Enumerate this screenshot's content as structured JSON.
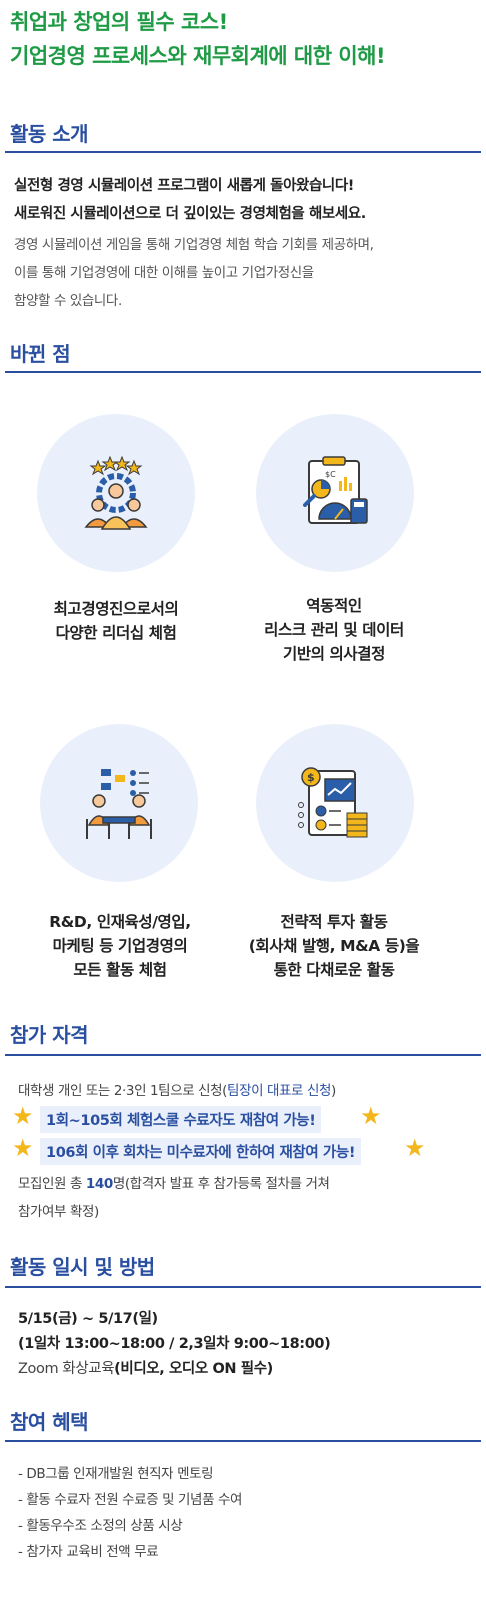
{
  "header": {
    "line1": "취업과 창업의 필수 코스!",
    "line2": "기업경영 프로세스와 재무회계에 대한 이해!"
  },
  "intro": {
    "title": "활동 소개",
    "bold1": "실전형 경영 시뮬레이션 프로그램이 새롭게 돌아왔습니다!",
    "bold2": "새로워진 시뮬레이션으로 더 깊이있는 경영체험을 해보세요.",
    "body1": "경영 시뮬레이션 게임을 통해 기업경영 체험 학습 기회를 제공하며,",
    "body2": "이를 통해 기업경영에 대한 이해를 높이고 기업가정신을",
    "body3": "함양할 수 있습니다."
  },
  "changes": {
    "title": "바뀐 점",
    "items": [
      {
        "icon": "leadership-team-icon",
        "line1": "최고경영진으로서의",
        "line2": "다양한 리더십 체험",
        "line3": ""
      },
      {
        "icon": "data-analysis-clipboard-icon",
        "line1": "역동적인",
        "line2": "리스크 관리 및 데이터",
        "line3": "기반의 의사결정"
      },
      {
        "icon": "business-meeting-icon",
        "line1": "R&D, 인재육성/영입,",
        "line2": "마케팅 등 기업경영의",
        "line3": "모든 활동 체험"
      },
      {
        "icon": "investment-report-icon",
        "line1": "전략적 투자 활동",
        "line2": "(회사채 발행, M&A 등)을",
        "line3": "통한 다채로운 활동"
      }
    ]
  },
  "eligibility": {
    "title": "참가 자격",
    "line1_pre": "대학생 개인 또는 2·3인 1팀으로 신청(",
    "line1_hl": "팀장이 대표로 신청",
    "line1_post": ")",
    "hl1": "1회~105회 체험스쿨 수료자도 재참여 가능!",
    "hl2": "106회 이후 회차는 미수료자에 한하여 재참여 가능!",
    "line4_pre": "모집인원 총 ",
    "line4_num": "140",
    "line4_post": "명(합격자 발표 후 참가등록 절차를 거쳐",
    "line5": "참가여부 확정)"
  },
  "schedule": {
    "title": "활동 일시 및 방법",
    "date": "5/15(금) ~ 5/17(일)",
    "time": "(1일차 13:00~18:00 / 2,3일차 9:00~18:00)",
    "method_pre": "Zoom 화상교육",
    "method_bold": "(비디오, 오디오 ON 필수)"
  },
  "benefits": {
    "title": "참여 혜택",
    "items": [
      "- DB그룹 인재개발원 현직자 멘토링",
      "- 활동 수료자 전원 수료증 및 기념품 수여",
      "- 활동우수조 소정의 상품 시상",
      "- 참가자 교육비 전액 무료"
    ]
  }
}
